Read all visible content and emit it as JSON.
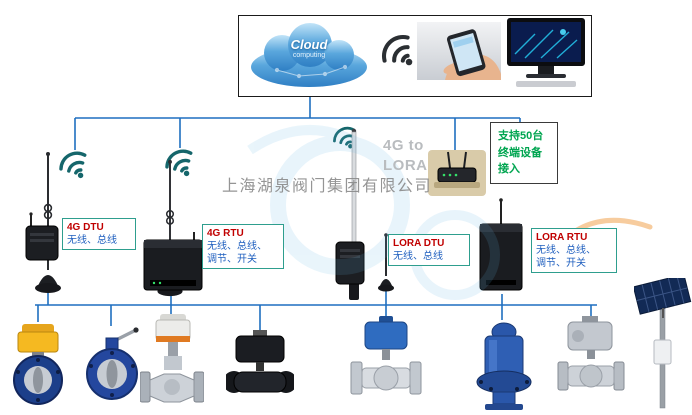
{
  "watermark_company": "上海湖泉阀门集团有限公司",
  "top_panel": {
    "cloud_title": "Cloud",
    "cloud_subtitle": "computing"
  },
  "capacity_note": "支持50台\n终端设备\n接入",
  "gateway_label": "4G to\nLORA",
  "device_labels": [
    {
      "title": "4G DTU",
      "desc": "无线、总线"
    },
    {
      "title": "4G RTU",
      "desc": "无线、总线、\n调节、开关"
    },
    {
      "title": "LORA DTU",
      "desc": "无线、总线"
    },
    {
      "title": "LORA RTU",
      "desc": "无线、总线、\n调节、开关"
    }
  ],
  "icons": [
    "cloud-icon",
    "wifi-icon",
    "phone-photo",
    "monitor-photo",
    "antenna-icon",
    "router-photo",
    "solar-panel-icon"
  ],
  "colors": {
    "connector_blue": "#1f6fc0",
    "label_border_teal": "#2e9e8e",
    "label_title_red": "#c00000",
    "label_desc_blue": "#1f5fbf",
    "capacity_green": "#00a550",
    "gateway_gray": "#b9bcbf",
    "watermark_gray": "#8a8a8a"
  }
}
